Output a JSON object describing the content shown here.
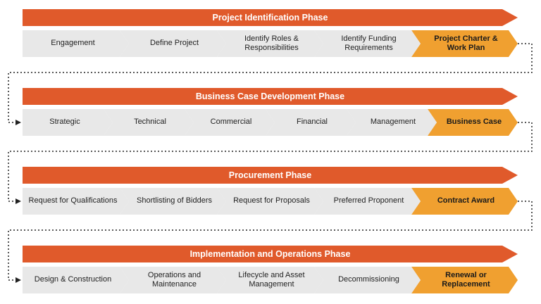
{
  "colors": {
    "banner": "#e05a2b",
    "step": "#e8e8e8",
    "final_step": "#f0a030",
    "connector": "#222222"
  },
  "phases": [
    {
      "title": "Project Identification Phase",
      "steps": [
        "Engagement",
        "Define Project",
        "Identify Roles & Responsibilities",
        "Identify Funding Requirements",
        "Project Charter & Work Plan"
      ]
    },
    {
      "title": "Business Case Development Phase",
      "steps": [
        "Strategic",
        "Technical",
        "Commercial",
        "Financial",
        "Management",
        "Business Case"
      ]
    },
    {
      "title": "Procurement Phase",
      "steps": [
        "Request for Qualifications",
        "Shortlisting of Bidders",
        "Request for Proposals",
        "Preferred Proponent",
        "Contract Award"
      ]
    },
    {
      "title": "Implementation and Operations Phase",
      "steps": [
        "Design & Construction",
        "Operations and Maintenance",
        "Lifecycle and Asset Management",
        "Decommissioning",
        "Renewal or Replacement"
      ]
    }
  ]
}
